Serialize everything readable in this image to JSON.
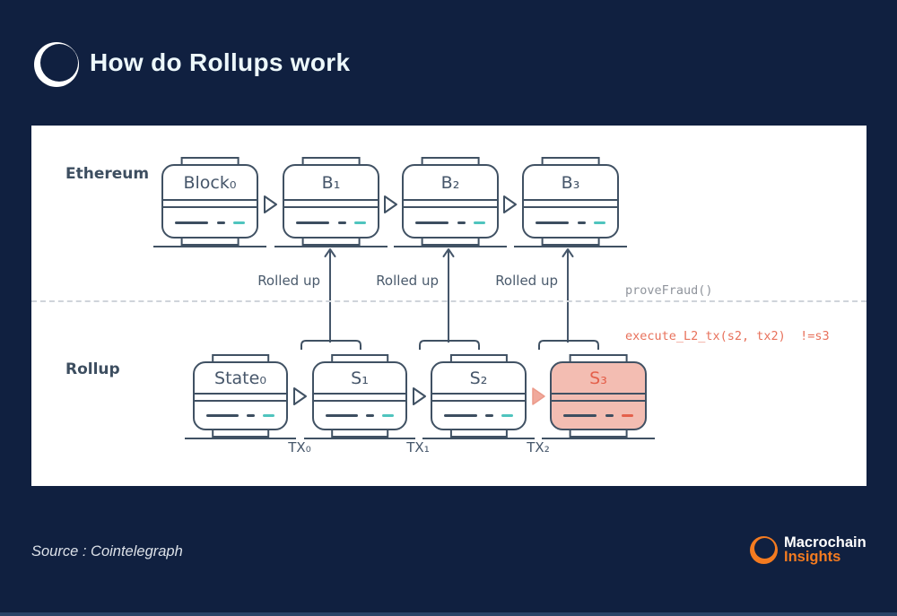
{
  "header": {
    "title": "How do Rollups work",
    "logo": "crescent-ring-icon"
  },
  "diagram": {
    "ethereum": {
      "row_label": "Ethereum",
      "blocks": [
        {
          "label": "Block₀"
        },
        {
          "label": "B₁"
        },
        {
          "label": "B₂"
        },
        {
          "label": "B₃"
        }
      ]
    },
    "rollup": {
      "row_label": "Rollup",
      "blocks": [
        {
          "label": "State₀",
          "highlight": false
        },
        {
          "label": "S₁",
          "highlight": false
        },
        {
          "label": "S₂",
          "highlight": false
        },
        {
          "label": "S₃",
          "highlight": true
        }
      ]
    },
    "rolled_up_labels": [
      "Rolled up",
      "Rolled up",
      "Rolled up"
    ],
    "tx_labels": [
      "TX₀",
      "TX₁",
      "TX₂"
    ],
    "code": {
      "line1": "proveFraud()",
      "line2": "execute_L2_tx(s2, tx2)  !=s3"
    }
  },
  "footer": {
    "source": "Source : Cointelegraph",
    "brand_line1": "Macrochain",
    "brand_line2": "Insights"
  },
  "colors": {
    "background_navy": "#102040",
    "outline_slate": "#405163",
    "teal_dash": "#4FC4BE",
    "salmon_fill": "#F3BDB2",
    "salmon_strong": "#E4604B",
    "code_gray": "#8F949C",
    "code_red": "#E8715B",
    "brand_orange": "#F47B20"
  }
}
